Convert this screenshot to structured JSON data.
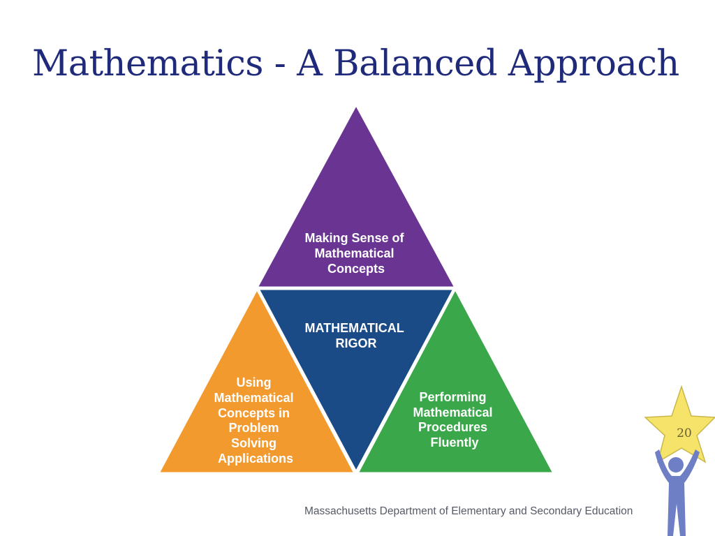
{
  "slide": {
    "title": "Mathematics - A Balanced Approach",
    "footer": "Massachusetts Department of Elementary and Secondary Education",
    "page_number": "20"
  },
  "diagram": {
    "top": {
      "lines": [
        "Making Sense of",
        "Mathematical",
        "Concepts"
      ],
      "color": "#6a3492"
    },
    "center": {
      "lines": [
        "MATHEMATICAL",
        "RIGOR"
      ],
      "color": "#1a4b86"
    },
    "left": {
      "lines": [
        "Using",
        "Mathematical",
        "Concepts in",
        "Problem",
        "Solving",
        "Applications"
      ],
      "color": "#f39a2f"
    },
    "right": {
      "lines": [
        "Performing",
        "Mathematical",
        "Procedures",
        "Fluently"
      ],
      "color": "#3aa74a"
    }
  },
  "logo": {
    "icon": "star-figure-icon",
    "star_color": "#f6e46a",
    "figure_color": "#6e7fc6"
  }
}
